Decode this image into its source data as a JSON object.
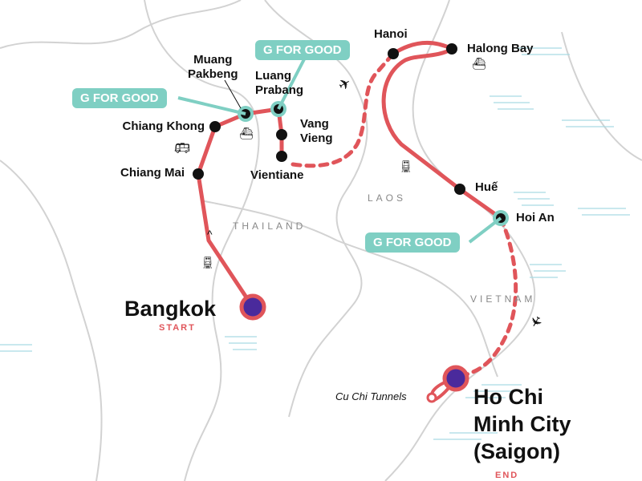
{
  "stops": {
    "bangkok": {
      "name": "Bangkok",
      "tag": "START"
    },
    "chiang_mai": "Chiang Mai",
    "chiang_khong": "Chiang Khong",
    "muang_pakbeng": [
      "Muang",
      "Pakbeng"
    ],
    "luang_prabang": [
      "Luang",
      "Prabang"
    ],
    "vang_vieng": [
      "Vang",
      "Vieng"
    ],
    "vientiane": "Vientiane",
    "hanoi": "Hanoi",
    "halong_bay": "Halong Bay",
    "hue": "Huế",
    "hoi_an": "Hoi An",
    "hcmc": {
      "name": [
        "Ho Chi",
        "Minh City",
        "(Saigon)"
      ],
      "tag": "END"
    },
    "cu_chi": "Cu Chi Tunnels"
  },
  "badges": [
    "G FOR GOOD",
    "G FOR GOOD",
    "G FOR GOOD"
  ],
  "countries": [
    "THAILAND",
    "LAOS",
    "VIETNAM"
  ],
  "colors": {
    "route": "#e0555a",
    "badge": "#7fcfc3",
    "endpoint": "#4a2a9c",
    "border": "#cfcfcf",
    "water": "#9fd6e0"
  }
}
